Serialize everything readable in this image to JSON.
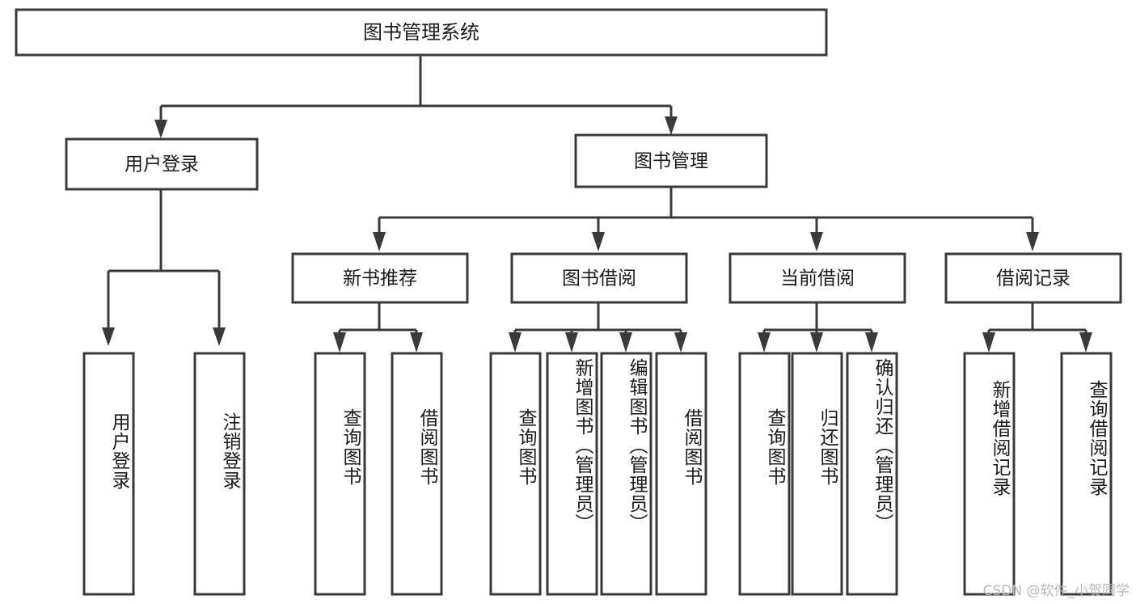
{
  "diagram": {
    "type": "tree-hierarchy",
    "title": "图书管理系统",
    "root": {
      "id": "root",
      "label": "图书管理系统"
    },
    "level1": [
      {
        "id": "user-login",
        "label": "用户登录"
      },
      {
        "id": "book-management",
        "label": "图书管理"
      }
    ],
    "level2": [
      {
        "id": "new-book-recommend",
        "label": "新书推荐",
        "parent": "book-management"
      },
      {
        "id": "book-borrow",
        "label": "图书借阅",
        "parent": "book-management"
      },
      {
        "id": "current-borrow",
        "label": "当前借阅",
        "parent": "book-management"
      },
      {
        "id": "borrow-record",
        "label": "借阅记录",
        "parent": "book-management"
      }
    ],
    "leaves": {
      "user-login": [
        {
          "id": "leaf-user-login",
          "label": "用户登录"
        },
        {
          "id": "leaf-logout",
          "label": "注销登录"
        }
      ],
      "new-book-recommend": [
        {
          "id": "leaf-query-book-1",
          "label": "查询图书"
        },
        {
          "id": "leaf-borrow-book-1",
          "label": "借阅图书"
        }
      ],
      "book-borrow": [
        {
          "id": "leaf-query-book-2",
          "label": "查询图书"
        },
        {
          "id": "leaf-add-book",
          "label": "新增图书（管理员）"
        },
        {
          "id": "leaf-edit-book",
          "label": "编辑图书（管理员）"
        },
        {
          "id": "leaf-borrow-book-2",
          "label": "借阅图书"
        }
      ],
      "current-borrow": [
        {
          "id": "leaf-query-book-3",
          "label": "查询图书"
        },
        {
          "id": "leaf-return-book",
          "label": "归还图书"
        },
        {
          "id": "leaf-confirm-return",
          "label": "确认归还（管理员）"
        }
      ],
      "borrow-record": [
        {
          "id": "leaf-add-record",
          "label": "新增借阅记录"
        },
        {
          "id": "leaf-query-record",
          "label": "查询借阅记录"
        }
      ]
    }
  },
  "watermark": {
    "text": "CSDN @软件_小贺同学"
  },
  "colors": {
    "stroke": "#3a3a3a",
    "box_fill": "#ffffff",
    "text": "#1a1a1a",
    "watermark": "#b9b9b9",
    "background": "#ffffff"
  }
}
